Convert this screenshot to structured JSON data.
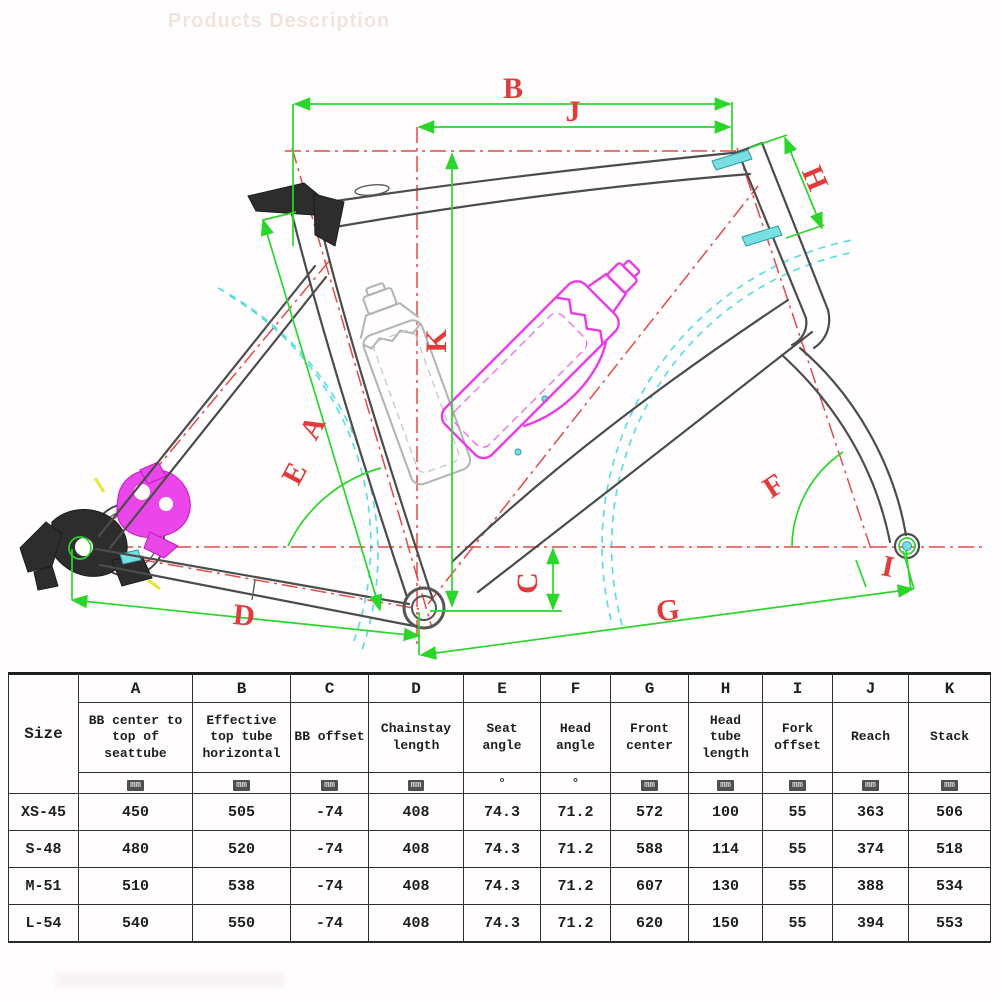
{
  "watermark": "Products Description",
  "diagram": {
    "labels": {
      "A": "A",
      "B": "B",
      "C": "C",
      "D": "D",
      "E": "E",
      "F": "F",
      "G": "G",
      "H": "H",
      "I": "I",
      "J": "J",
      "K": "K"
    },
    "colors": {
      "dimension_green": "#2bd62b",
      "construction_red": "#e34a4a",
      "wheel_cyan": "#53dde2",
      "accent_magenta": "#e83ce8",
      "frame_gray": "#4c4c4c",
      "label_red": "#e23b3b"
    }
  },
  "table": {
    "size_header": "Size",
    "columns": [
      {
        "letter": "A",
        "name": "BB center to top of seattube",
        "unit": "mm"
      },
      {
        "letter": "B",
        "name": "Effective top tube horizontal",
        "unit": "mm"
      },
      {
        "letter": "C",
        "name": "BB offset",
        "unit": "mm"
      },
      {
        "letter": "D",
        "name": "Chainstay length",
        "unit": "mm"
      },
      {
        "letter": "E",
        "name": "Seat angle",
        "unit": "°"
      },
      {
        "letter": "F",
        "name": "Head angle",
        "unit": "°"
      },
      {
        "letter": "G",
        "name": "Front center",
        "unit": "mm"
      },
      {
        "letter": "H",
        "name": "Head tube length",
        "unit": "mm"
      },
      {
        "letter": "I",
        "name": "Fork offset",
        "unit": "mm"
      },
      {
        "letter": "J",
        "name": "Reach",
        "unit": "mm"
      },
      {
        "letter": "K",
        "name": "Stack",
        "unit": "mm"
      }
    ],
    "rows": [
      {
        "size": "XS-45",
        "values": [
          "450",
          "505",
          "-74",
          "408",
          "74.3",
          "71.2",
          "572",
          "100",
          "55",
          "363",
          "506"
        ]
      },
      {
        "size": "S-48",
        "values": [
          "480",
          "520",
          "-74",
          "408",
          "74.3",
          "71.2",
          "588",
          "114",
          "55",
          "374",
          "518"
        ]
      },
      {
        "size": "M-51",
        "values": [
          "510",
          "538",
          "-74",
          "408",
          "74.3",
          "71.2",
          "607",
          "130",
          "55",
          "388",
          "534"
        ]
      },
      {
        "size": "L-54",
        "values": [
          "540",
          "550",
          "-74",
          "408",
          "74.3",
          "71.2",
          "620",
          "150",
          "55",
          "394",
          "553"
        ]
      }
    ]
  }
}
